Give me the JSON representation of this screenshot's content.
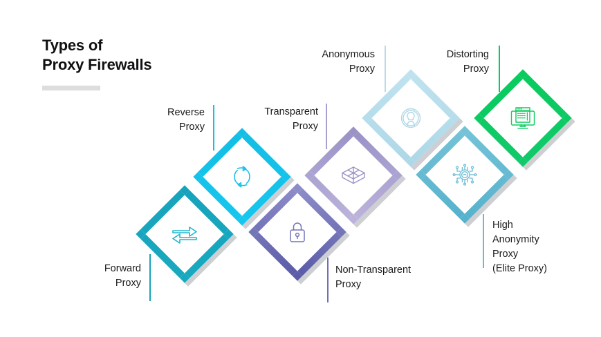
{
  "title": {
    "line1": "Types of",
    "line2": "Proxy Firewalls",
    "rule_color": "#dddddd"
  },
  "palette": {
    "teal": "#17A3BC",
    "cyan": "#14BEE5",
    "purple_dark": "#6E6FB4",
    "purple_light": "#A99FCD",
    "pale_blue": "#B6DDEA",
    "blue_teal": "#66BBD2",
    "green": "#0ACB5E",
    "text": "#1a1a1e"
  },
  "nodes": [
    {
      "id": "forward-proxy",
      "label_lines": [
        "Forward",
        "Proxy"
      ],
      "label_align": "right",
      "color": "#17A3BC",
      "gradient_from": "#17A3BC",
      "gradient_to": "#19A9BF",
      "icon": "exchange-arrows-icon",
      "line_color": "#17A3BC"
    },
    {
      "id": "reverse-proxy",
      "label_lines": [
        "Reverse",
        "Proxy"
      ],
      "label_align": "right",
      "color": "#14BEE5",
      "gradient_from": "#14BEE5",
      "gradient_to": "#16C6EE",
      "icon": "refresh-circle-icon",
      "line_color": "#14BEE5"
    },
    {
      "id": "non-transparent-proxy",
      "label_lines": [
        "Non-Transparent",
        "Proxy"
      ],
      "label_align": "left",
      "color": "#6E6FB4",
      "gradient_from": "#8C8CC8",
      "gradient_to": "#5B5CA8",
      "icon": "padlock-icon",
      "line_color": "#6E6FB4"
    },
    {
      "id": "transparent-proxy",
      "label_lines": [
        "Transparent",
        "Proxy"
      ],
      "label_align": "right",
      "color": "#A99FCD",
      "gradient_from": "#9A93C6",
      "gradient_to": "#BCB3DB",
      "icon": "box-layers-icon",
      "line_color": "#A99FCD"
    },
    {
      "id": "anonymous-proxy",
      "label_lines": [
        "Anonymous",
        "Proxy"
      ],
      "label_align": "right",
      "color": "#B6DDEA",
      "gradient_from": "#BFE2EE",
      "gradient_to": "#AED8E8",
      "icon": "anonymous-person-icon",
      "line_color": "#B6DDEA"
    },
    {
      "id": "high-anonymity-proxy",
      "label_lines": [
        "High",
        "Anonymity",
        "Proxy",
        "(Elite Proxy)"
      ],
      "label_align": "left",
      "color": "#66BBD2",
      "gradient_from": "#74C2D6",
      "gradient_to": "#57B2CC",
      "icon": "circuit-chip-icon",
      "line_color": "#66BBD2"
    },
    {
      "id": "distorting-proxy",
      "label_lines": [
        "Distorting",
        "Proxy"
      ],
      "label_align": "right",
      "color": "#0ACB5E",
      "gradient_from": "#0ACB5E",
      "gradient_to": "#0FC766",
      "icon": "monitor-binary-icon",
      "line_color": "#0ACB5E"
    }
  ]
}
